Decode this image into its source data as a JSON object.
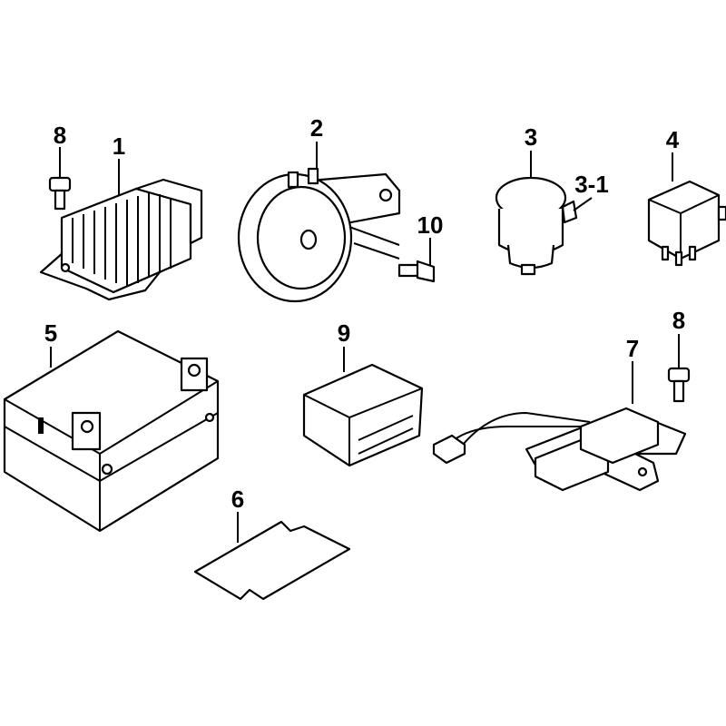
{
  "diagram": {
    "callouts": [
      {
        "id": "8a",
        "text": "8",
        "part": "bolt"
      },
      {
        "id": "1",
        "text": "1",
        "part": "regulator-rectifier"
      },
      {
        "id": "2",
        "text": "2",
        "part": "horn"
      },
      {
        "id": "3",
        "text": "3",
        "part": "buzzer"
      },
      {
        "id": "3-1",
        "text": "3-1",
        "part": "buzzer-rubber"
      },
      {
        "id": "4",
        "text": "4",
        "part": "relay"
      },
      {
        "id": "10",
        "text": "10",
        "part": "horn-bolt"
      },
      {
        "id": "5",
        "text": "5",
        "part": "battery"
      },
      {
        "id": "9",
        "text": "9",
        "part": "fuse-box"
      },
      {
        "id": "8b",
        "text": "8",
        "part": "bolt"
      },
      {
        "id": "7",
        "text": "7",
        "part": "starter-relay"
      },
      {
        "id": "6",
        "text": "6",
        "part": "battery-pad"
      }
    ]
  }
}
